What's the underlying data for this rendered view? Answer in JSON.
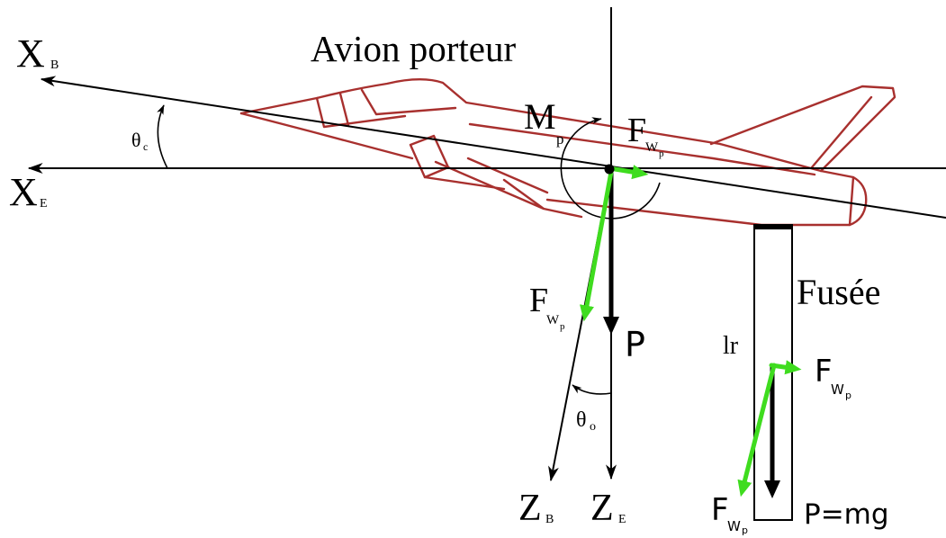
{
  "diagram": {
    "aircraft_label": "Avion porteur",
    "rocket_label": "Fusée",
    "axis_xb": {
      "symbol": "X",
      "sub": "B"
    },
    "axis_xe": {
      "symbol": "X",
      "sub": "E"
    },
    "axis_zb": {
      "symbol": "Z",
      "sub": "B"
    },
    "axis_ze": {
      "symbol": "Z",
      "sub": "E"
    },
    "angle_theta_c": {
      "symbol": "θ",
      "sub": "c"
    },
    "angle_theta_o": {
      "symbol": "θ",
      "sub": "o"
    },
    "moment": {
      "symbol": "M",
      "sub": "p"
    },
    "force_wp_aircraft_horizontal": {
      "symbol": "F",
      "sub": "W",
      "subsub": "p"
    },
    "force_wp_aircraft_tilted": {
      "symbol": "F",
      "sub": "W",
      "subsub": "p"
    },
    "force_wp_rocket_horizontal": {
      "symbol": "F",
      "sub": "W",
      "subsub": "p"
    },
    "force_wp_rocket_tilted": {
      "symbol": "F",
      "sub": "W",
      "subsub": "p"
    },
    "weight_aircraft": "P",
    "rocket_length": "lr",
    "weight_rocket": "P=mg"
  },
  "colors": {
    "aircraft_outline": "#a8302e",
    "force_arrows": "#3fdc1f",
    "ink": "#000000"
  }
}
